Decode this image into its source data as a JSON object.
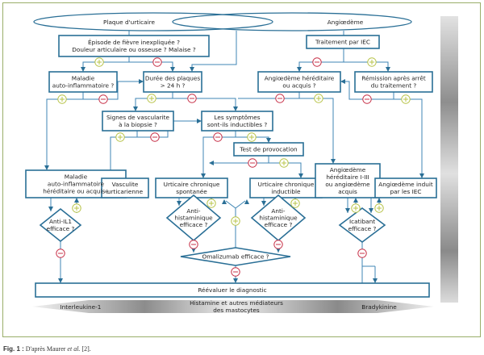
{
  "diagram": {
    "entry_left": "Plaque d'urticaire",
    "entry_right": "Angiœdème",
    "nodes": {
      "fievre": [
        "Épisode de fièvre inexpliquée ?",
        "Douleur articulaire ou osseuse ? Malaise ?"
      ],
      "iec": [
        "Traitement par IEC"
      ],
      "maladie_ai": [
        "Maladie",
        "auto-inflammatoire ?"
      ],
      "duree": [
        "Durée des plaques",
        "> 24 h ?"
      ],
      "ao_hered": [
        "Angiœdème héréditaire",
        "ou acquis ?"
      ],
      "remission": [
        "Rémission après arrêt",
        "du traitement ?"
      ],
      "vascularite": [
        "Signes de vascularite",
        "à la biopsie ?"
      ],
      "inductibles": [
        "Les symptômes",
        "sont-ils inductibles ?"
      ],
      "provocation": [
        "Test de provocation"
      ],
      "ai_hered": [
        "Maladie",
        "auto-inflammatoire",
        "héréditaire ou acquise"
      ],
      "vasculite": [
        "Vasculite",
        "urticarienne"
      ],
      "ucs": [
        "Urticaire chronique",
        "spontanée"
      ],
      "uci": [
        "Urticaire chronique",
        "inductible"
      ],
      "ao_123": [
        "Angiœdème",
        "héréditaire I-III",
        "ou angiœdème",
        "acquis"
      ],
      "ao_iec": [
        "Angiœdème induit",
        "par les IEC"
      ],
      "anti_il1": [
        "Anti-IL1",
        "efficace ?"
      ],
      "antihist_1": [
        "Anti-",
        "histaminique",
        "efficace ?"
      ],
      "antihist_2": [
        "Anti-",
        "histaminique",
        "efficace ?"
      ],
      "icatibant": [
        "Icatibant",
        "efficace ?"
      ],
      "omalizumab": [
        "Omalizumab efficace ?"
      ],
      "reevaluer": [
        "Réévaluer le diagnostic"
      ]
    },
    "mediators": {
      "left": "Interleukine-1",
      "center": [
        "Histamine et autres médiateurs",
        "des mastocytes"
      ],
      "right": "Bradykinine"
    },
    "colors": {
      "box_stroke": "#2a6f96",
      "line": "#3f86b4",
      "plus": "#b8c44a",
      "minus": "#c8334a",
      "frame": "#9aae6a"
    }
  },
  "caption": {
    "label": "Fig. 1 :",
    "text_before": " D'après Maurer ",
    "italic": "et al.",
    "text_after": " [2]."
  }
}
